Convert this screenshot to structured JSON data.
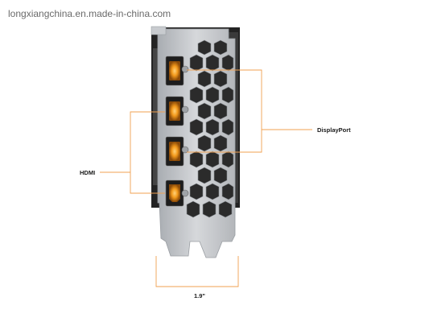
{
  "watermark": "longxiangchina.en.made-in-china.com",
  "labels": {
    "hdmi": "HDMI",
    "displayport": "DisplayPort",
    "width": "1.9\""
  },
  "colors": {
    "callout": "#f0a050",
    "port_glow": "#f39a1c",
    "bracket": "#bfc2c6",
    "heatsink": "#2a2a2a"
  }
}
